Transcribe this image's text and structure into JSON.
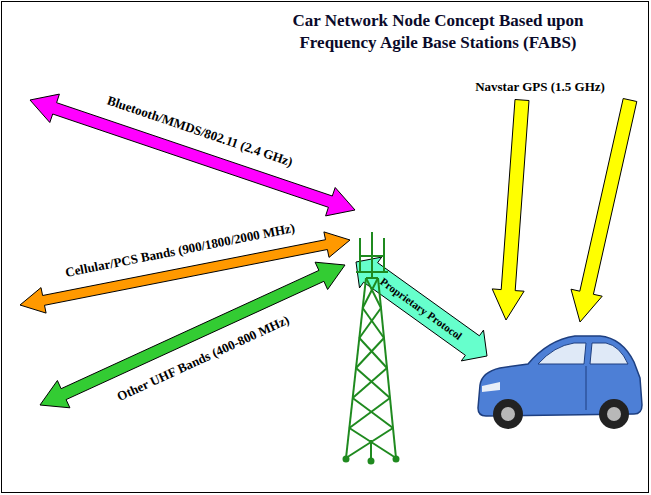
{
  "diagram": {
    "title": "Car Network Node Concept Based upon Frequency Agile Base Stations (FABS)",
    "labels": [
      "Bluetooth/MMDS/802.11 (2.4 GHz)",
      "Navstar GPS (1.5 GHz)",
      "Cellular/PCS Bands (900/1800/2000 MHz)",
      "Other UHF Bands (400-800 MHz)",
      "Proprietary Protocol"
    ]
  }
}
